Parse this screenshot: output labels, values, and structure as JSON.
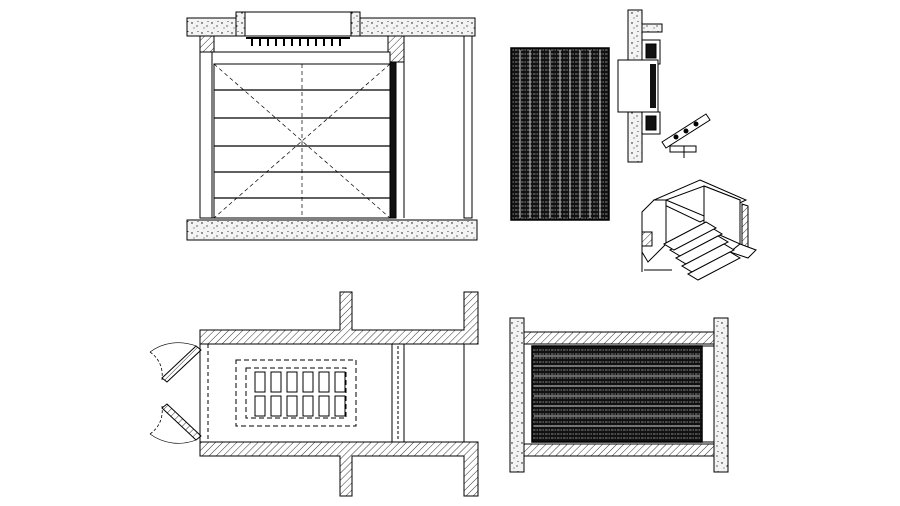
{
  "drawing": {
    "background": "#ffffff",
    "line_color": "#000000",
    "concrete_fill": "#e9e9e9",
    "hatch_fill": "#cfcfcf",
    "grate_fill": "#111111",
    "views": [
      {
        "key": "elevation",
        "description": ""
      },
      {
        "key": "grating-plan",
        "description": ""
      },
      {
        "key": "section-detail",
        "description": ""
      },
      {
        "key": "isometric-pit",
        "description": ""
      },
      {
        "key": "trench-plan",
        "description": ""
      },
      {
        "key": "grating-section",
        "description": ""
      }
    ]
  }
}
